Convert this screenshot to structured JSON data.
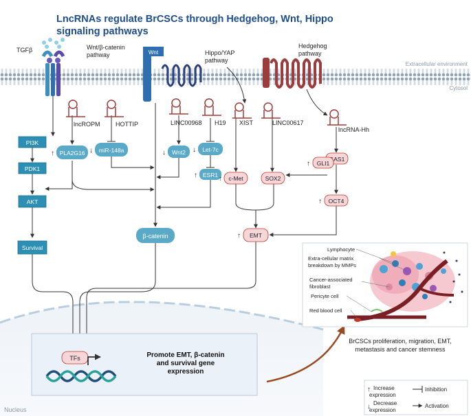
{
  "title": {
    "line1": "LncRNAs regulate BrCSCs through Hedgehog, Wnt, Hippo",
    "line2": "signaling pathways"
  },
  "pathways": {
    "tgfb": "TGFβ",
    "wnt_line1": "Wnt/β-catenin",
    "wnt_line2": "pathway",
    "wnt_receptor": "Wnt",
    "hippo_line1": "Hippo/YAP",
    "hippo_line2": "pathway",
    "hedgehog_line1": "Hedgehog",
    "hedgehog_line2": "pathway"
  },
  "membrane": {
    "extracellular": "Extracellular environment",
    "cytosol": "Cytosol"
  },
  "lncrnas": {
    "lncropm": "lncROPM",
    "hottip": "HOTTIP",
    "linc00968": "LINC00968",
    "h19": "H19",
    "xist": "XIST",
    "linc00617": "LINC00617",
    "lncrna_hh": "lncRNA-Hh"
  },
  "nodes": {
    "pi3k": "PI3K",
    "pdk1": "PDK1",
    "akt": "AKT",
    "survival": "Survival",
    "pla2g16": "PLA2G16",
    "mir148a": "miR-148a",
    "wnt2": "Wnt2",
    "let7c": "Let-7c",
    "esr1": "ESR1",
    "cmet": "c-Met",
    "sox2": "SOX2",
    "gas1": "GAS1",
    "gli1": "GLI1",
    "oct4": "OCT4",
    "emt": "EMT",
    "bcatenin": "β-catenin",
    "tfs": "TFs"
  },
  "nucleus": {
    "label": "Nucleus",
    "outcome_line1": "Promote EMT, β-catenin",
    "outcome_line2": "and survival gene",
    "outcome_line3": "expression"
  },
  "tumor": {
    "lymphocyte": "Lymphocyte",
    "ecm_line1": "Extra-cellular matrix",
    "ecm_line2": "breakdown by MMPs",
    "caf_line1": "Cancer-associated",
    "caf_line2": "fibroblast",
    "pericyte": "Pericyte cell",
    "rbc": "Red blood cell"
  },
  "caption": {
    "line1": "BrCSCs proliferation, migration, EMT,",
    "line2": "metastasis and cancer stemness"
  },
  "legend": {
    "increase_line1": "Increase",
    "increase_line2": "expression",
    "decrease_line1": "Decrease",
    "decrease_line2": "expression",
    "inhibition": "Inhibition",
    "activation": "Activation"
  },
  "colors": {
    "title": "#1f4e8c",
    "node_blue": "#2c8fb3",
    "node_light_blue": "#5aa9c9",
    "node_pink": "#f6d6d8",
    "node_pink_border": "#c0392b",
    "rna": "#a23a3a",
    "hedgehog_receptor": "#9b3d3d",
    "wnt_receptor": "#2f6fb0"
  }
}
